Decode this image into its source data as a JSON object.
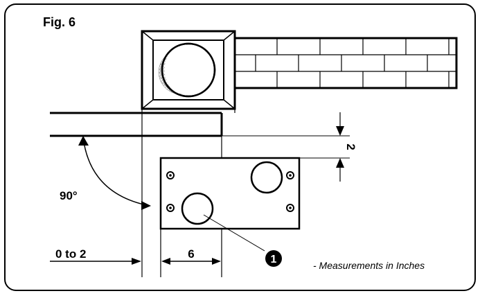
{
  "figure": {
    "title": "Fig. 6",
    "note": "- Measurements in Inches",
    "callout_number": "1"
  },
  "dimensions": {
    "angle_label": "90°",
    "gap_label": "2",
    "offset_label": "0 to 2",
    "width_label": "6"
  }
}
